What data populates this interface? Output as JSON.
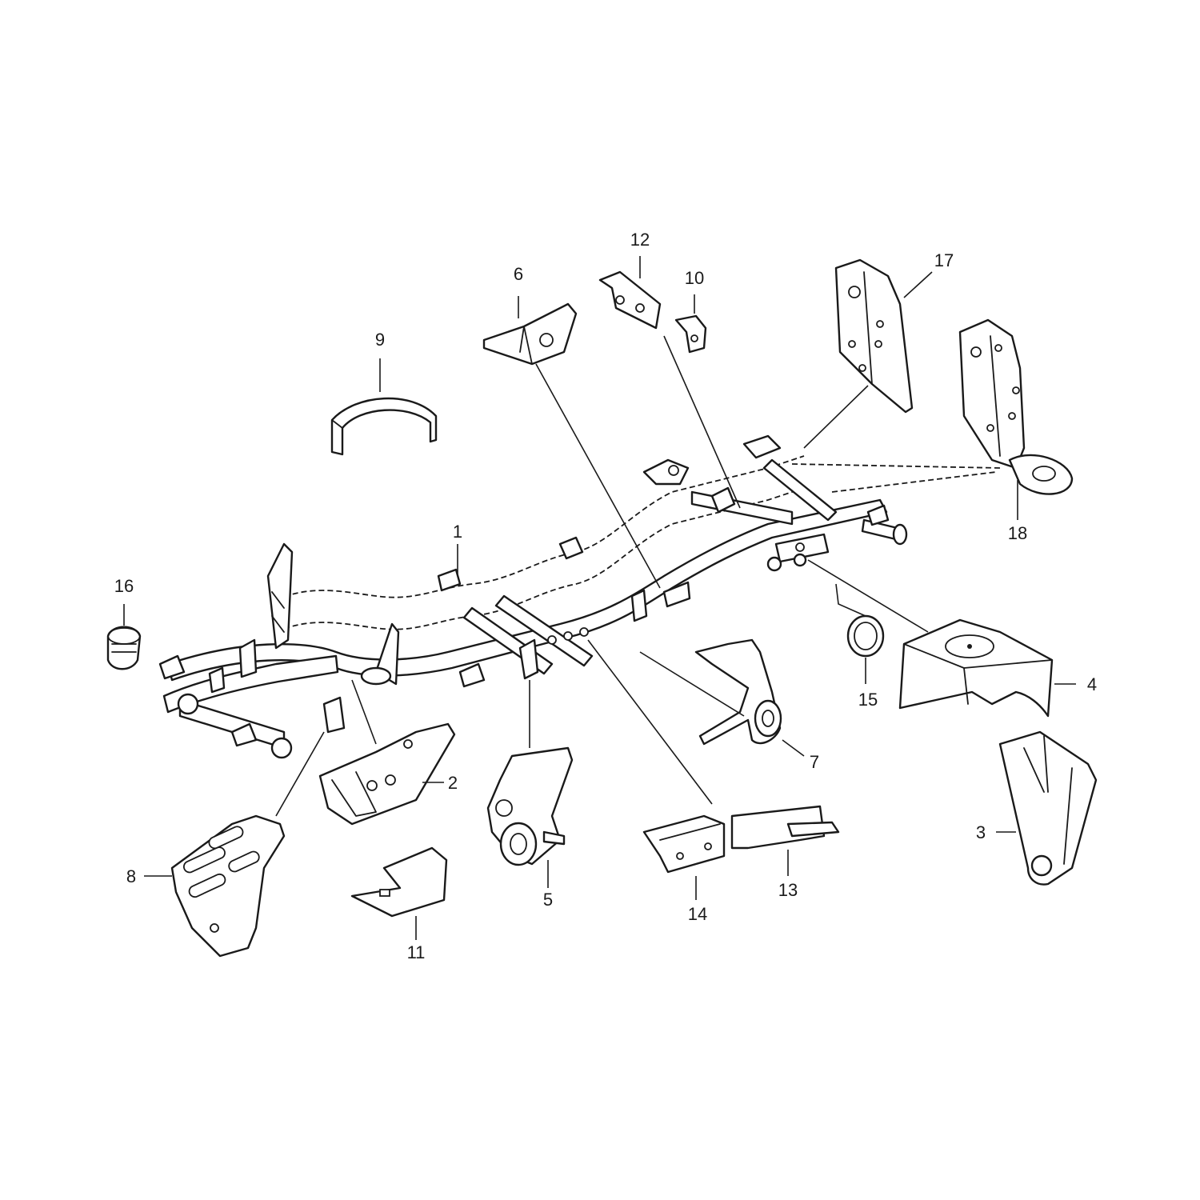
{
  "diagram": {
    "line_color": "#1a1a1a",
    "background": "#ffffff",
    "callouts": {
      "c1": "1",
      "c2": "2",
      "c3": "3",
      "c4": "4",
      "c5": "5",
      "c6": "6",
      "c7": "7",
      "c8": "8",
      "c9": "9",
      "c10": "10",
      "c11": "11",
      "c12": "12",
      "c13": "13",
      "c14": "14",
      "c15": "15",
      "c16": "16",
      "c17": "17",
      "c18": "18"
    }
  }
}
